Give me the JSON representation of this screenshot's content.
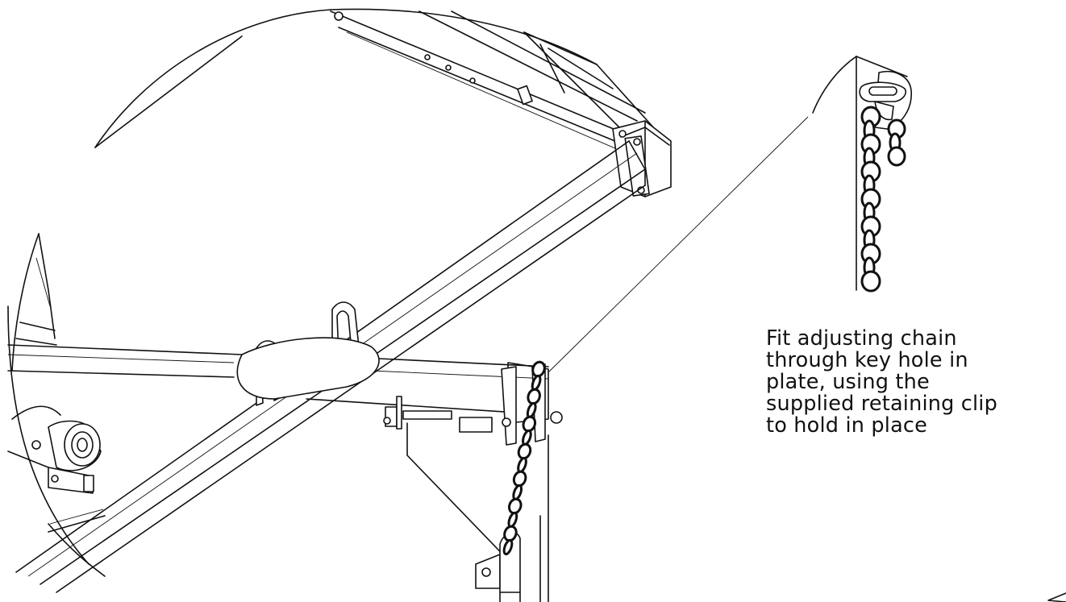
{
  "callout": {
    "lines": [
      "Fit adjusting chain",
      "through key hole in",
      "plate, using the",
      "supplied retaining clip",
      "to hold in place"
    ]
  },
  "icons": {
    "chain": "chain-links",
    "detail": "detail-magnifier-view"
  }
}
